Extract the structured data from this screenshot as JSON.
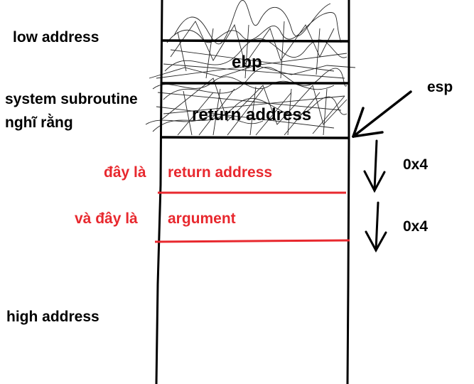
{
  "left_labels": {
    "low": "low address",
    "system_line1": "system subroutine",
    "system_line2": "nghĩ rằng",
    "high": "high address"
  },
  "stack": {
    "ebp": "ebp",
    "return_address_scribbled": "return address"
  },
  "red_labels": {
    "day_la": "đây là",
    "return_address": "return address",
    "va_day_la": "và đây là",
    "argument": "argument"
  },
  "right_labels": {
    "esp": "esp",
    "offset1": "0x4",
    "offset2": "0x4"
  },
  "colors": {
    "ink": "#000000",
    "red": "#e8282e",
    "background": "#ffffff"
  }
}
